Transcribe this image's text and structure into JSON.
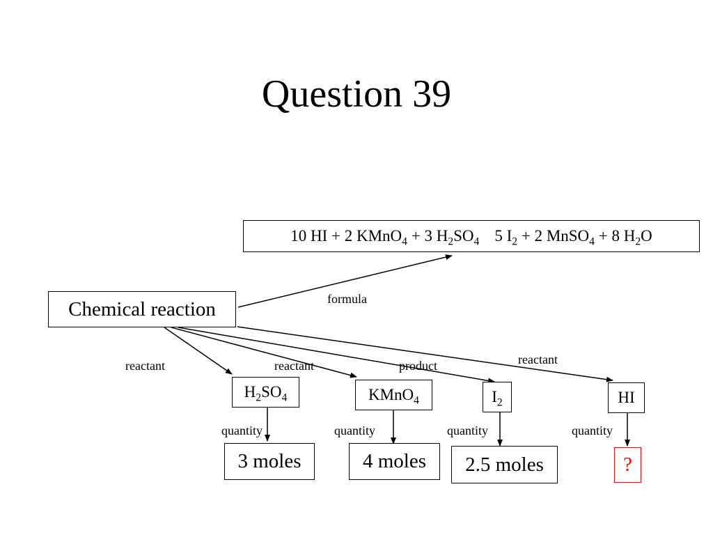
{
  "title": "Question 39",
  "equation": {
    "lhs": [
      {
        "coef": "10",
        "formula": [
          [
            "HI",
            ""
          ]
        ]
      },
      {
        "coef": "2",
        "formula": [
          [
            "KMnO",
            "4"
          ]
        ]
      },
      {
        "coef": "3",
        "formula": [
          [
            "H",
            "2"
          ],
          [
            "SO",
            "4"
          ]
        ]
      }
    ],
    "rhs": [
      {
        "coef": "5",
        "formula": [
          [
            "I",
            "2"
          ]
        ]
      },
      {
        "coef": "2",
        "formula": [
          [
            "MnSO",
            "4"
          ]
        ]
      },
      {
        "coef": "8",
        "formula": [
          [
            "H",
            "2"
          ],
          [
            "O",
            ""
          ]
        ]
      }
    ],
    "plus": "+"
  },
  "root": {
    "label": "Chemical reaction"
  },
  "edges": {
    "formula": "formula",
    "h2so4": "reactant",
    "kmno4": "reactant",
    "i2": "product",
    "hi": "reactant"
  },
  "nodes": {
    "h2so4": [
      [
        "H",
        "2"
      ],
      [
        "SO",
        "4"
      ]
    ],
    "kmno4": [
      [
        "KMnO",
        "4"
      ]
    ],
    "i2": [
      [
        "I",
        "2"
      ]
    ],
    "hi": [
      [
        "HI",
        ""
      ]
    ]
  },
  "quantity_label": "quantity",
  "quantities": {
    "h2so4": "3 moles",
    "kmno4": "4 moles",
    "i2": "2.5 moles",
    "hi": "?"
  },
  "colors": {
    "unknown": "#ff0000",
    "line": "#000000"
  }
}
